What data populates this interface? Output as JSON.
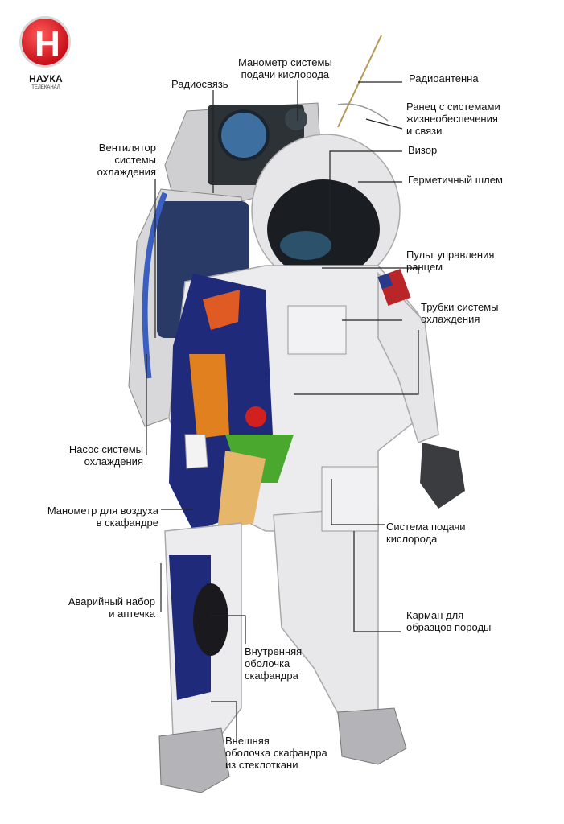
{
  "logo": {
    "letter": "Н",
    "name": "НАУКА",
    "subtitle": "ТЕЛЕКАНАЛ"
  },
  "labels": {
    "manometer_oxygen": [
      "Манометр системы",
      "подачи кислорода"
    ],
    "radio": [
      "Радиосвязь"
    ],
    "antenna": [
      "Радиоантенна"
    ],
    "backpack": [
      "Ранец с системами",
      "жизнеобеспечения",
      "и связи"
    ],
    "fan": [
      "Вентилятор",
      "системы",
      "охлаждения"
    ],
    "visor": [
      "Визор"
    ],
    "helmet": [
      "Герметичный шлем"
    ],
    "control": [
      "Пульт управления",
      "ранцем"
    ],
    "tubes": [
      "Трубки системы",
      "охлаждения"
    ],
    "pump": [
      "Насос системы",
      "охлаждения"
    ],
    "manometer_air": [
      "Манометр для воздуха",
      "в скафандре"
    ],
    "oxygen_system": [
      "Система подачи",
      "кислорода"
    ],
    "emergency_kit": [
      "Аварийный набор",
      "и аптечка"
    ],
    "pocket": [
      "Карман для",
      "образцов породы"
    ],
    "inner_shell": [
      "Внутренняя",
      "оболочка",
      "скафандра"
    ],
    "outer_shell": [
      "Внешняя",
      "оболочка скафандра",
      "из стеклоткани"
    ]
  },
  "colors": {
    "logo_red": "#d6141e",
    "suit_white": "#e8e8ea",
    "leader_line": "#222222"
  }
}
